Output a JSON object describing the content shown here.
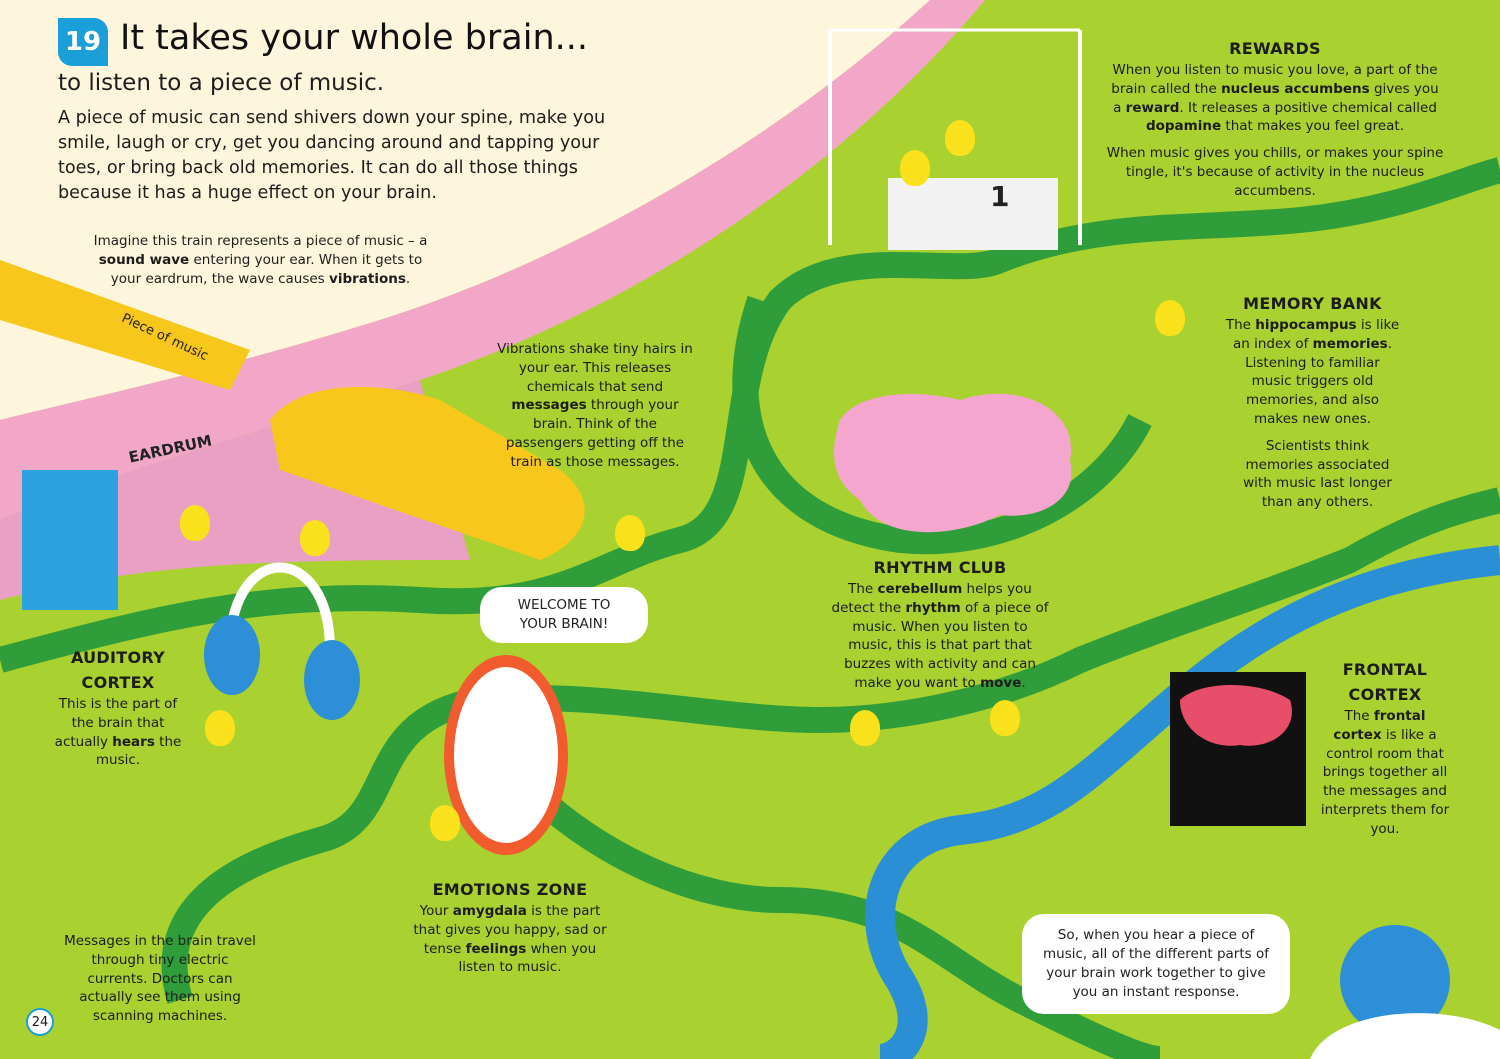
{
  "header": {
    "badge": "19",
    "title": "It takes your whole brain...",
    "subtitle": "to listen to a piece of music.",
    "intro": "A piece of music can send shivers down your spine, make you smile, laugh or cry, get you dancing around and tapping your toes, or bring back old memories. It can do all those things because it has a huge effect on your brain."
  },
  "train_caption": [
    "Imagine this train represents a piece of music – a ",
    "sound wave",
    " entering your ear. When it gets to your eardrum, the wave causes ",
    "vibrations",
    "."
  ],
  "labels": {
    "train": "Piece of music",
    "eardrum": "EARDRUM",
    "podium": "1"
  },
  "vibrations": [
    "Vibrations shake tiny hairs in your ear. This releases chemicals that send ",
    "messages",
    " through your brain. Think of the passengers getting off the train as those messages."
  ],
  "rewards": {
    "title": "REWARDS",
    "p1": [
      "When you listen to music you love, a part of the brain called the ",
      "nucleus accumbens",
      " gives you a ",
      "reward",
      ". It releases a positive chemical called ",
      "dopamine",
      " that makes you feel great."
    ],
    "p2": "When music gives you chills, or makes your spine tingle, it's because of activity in the nucleus accumbens."
  },
  "memory": {
    "title": "MEMORY BANK",
    "p1": [
      "The ",
      "hippocampus",
      " is like an index of ",
      "memories",
      ". Listening to familiar music triggers old memories, and also makes new ones."
    ],
    "p2": "Scientists think memories associated with music last longer than any others."
  },
  "rhythm": {
    "title": "RHYTHM CLUB",
    "p1": [
      "The ",
      "cerebellum",
      " helps you detect the ",
      "rhythm",
      " of a piece of music. When you listen to music, this is that part that buzzes with activity and can make you want to ",
      "move",
      "."
    ]
  },
  "auditory": {
    "title1": "AUDITORY",
    "title2": "CORTEX",
    "p1": [
      "This is the part of the brain that actually ",
      "hears",
      " the music."
    ]
  },
  "emotions": {
    "title": "EMOTIONS ZONE",
    "p1": [
      "Your ",
      "amygdala",
      " is the part that gives you happy, sad or tense ",
      "feelings",
      " when you listen to music."
    ]
  },
  "frontal": {
    "title1": "FRONTAL",
    "title2": "CORTEX",
    "p1": [
      "The ",
      "frontal cortex",
      " is like a control room that brings together all the messages and interprets them for you."
    ]
  },
  "messages_note": "Messages in the brain travel through tiny electric currents. Doctors can actually see them using scanning machines.",
  "welcome": "WELCOME TO YOUR BRAIN!",
  "scientist_bubble": "So, when you hear a piece of music, all of the different parts of your brain work together to give you an instant response.",
  "page_number": "24",
  "colors": {
    "grass": "#a9d12f",
    "cream": "#fdf6dc",
    "pink": "#f2a7c8",
    "road": "#2f9e3a",
    "river": "#2b8fd6",
    "accent": "#1a9fd8",
    "chick": "#f9e21b"
  }
}
